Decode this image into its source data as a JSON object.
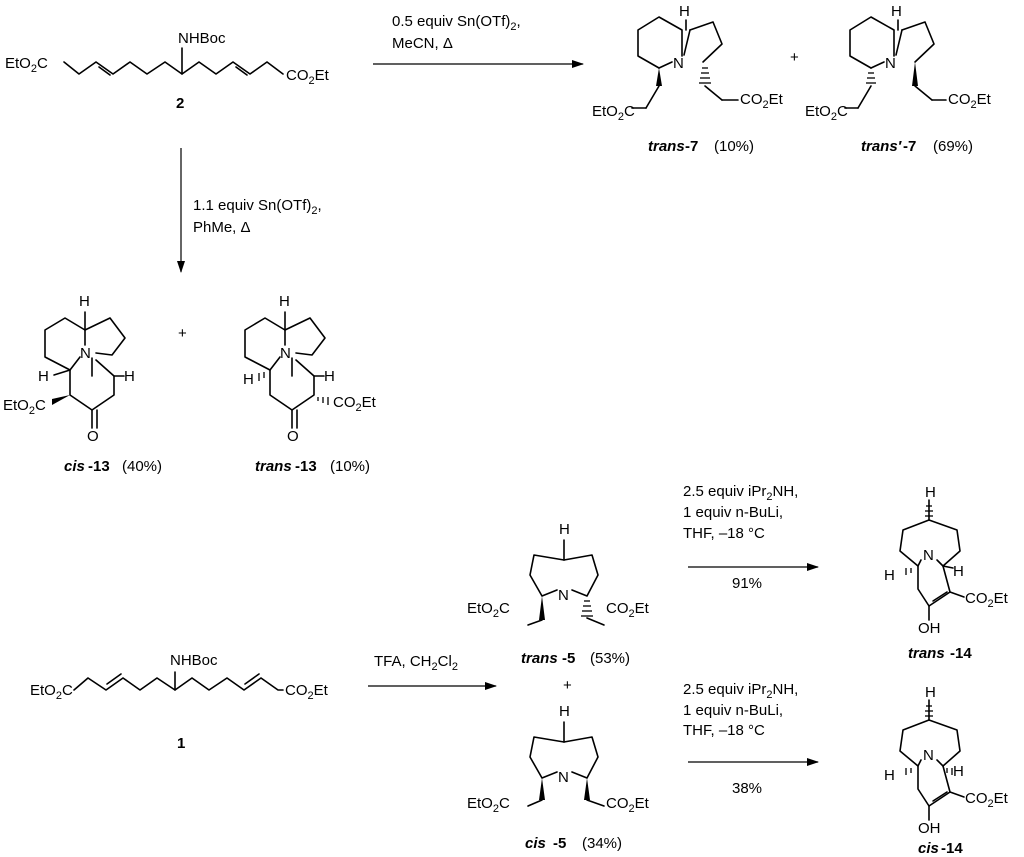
{
  "colors": {
    "ink": "#000000",
    "background": "#ffffff"
  },
  "substrates": {
    "c2": {
      "amine": "NHBoc",
      "left_ester": "EtO2C",
      "right_ester": "CO2Et",
      "label": "2"
    },
    "c1": {
      "amine": "NHBoc",
      "left_ester": "EtO2C",
      "right_ester": "CO2Et",
      "label": "1"
    }
  },
  "reactions": {
    "top": {
      "line1": "0.5 equiv Sn(OTf)2,",
      "line2": "MeCN, Δ"
    },
    "down": {
      "line1": "1.1 equiv Sn(OTf)2,",
      "line2": "PhMe, Δ"
    },
    "tfa": {
      "line1": "TFA, CH2Cl2"
    },
    "base_trans": {
      "line1": "2.5 equiv iPr2NH,",
      "line2": "1 equiv n-BuLi,",
      "line3": "THF, –18 °C",
      "yield": "91%"
    },
    "base_cis": {
      "line1": "2.5 equiv iPr2NH,",
      "line2": "1 equiv n-BuLi,",
      "line3": "THF, –18 °C",
      "yield": "38%"
    }
  },
  "products": {
    "trans7": {
      "stereo": "trans",
      "num": "-7",
      "yield": "(10%)"
    },
    "transp7": {
      "stereo": "trans′",
      "num": "-7",
      "yield": "(69%)"
    },
    "cis13": {
      "stereo": "cis",
      "num": "-13",
      "yield": "(40%)"
    },
    "trans13": {
      "stereo": "trans",
      "num": "-13",
      "yield": "(10%)"
    },
    "trans5": {
      "stereo": "trans",
      "num": "-5",
      "yield": "(53%)"
    },
    "cis5": {
      "stereo": "cis",
      "num": "-5",
      "yield": "(34%)"
    },
    "trans14": {
      "stereo": "trans",
      "num": "-14"
    },
    "cis14": {
      "stereo": "cis",
      "num": "-14"
    }
  },
  "atoms": {
    "N": "N",
    "H": "H",
    "O": "O",
    "OH": "OH",
    "eto2c": "EtO2C",
    "co2et": "CO2Et",
    "plus": "+"
  }
}
